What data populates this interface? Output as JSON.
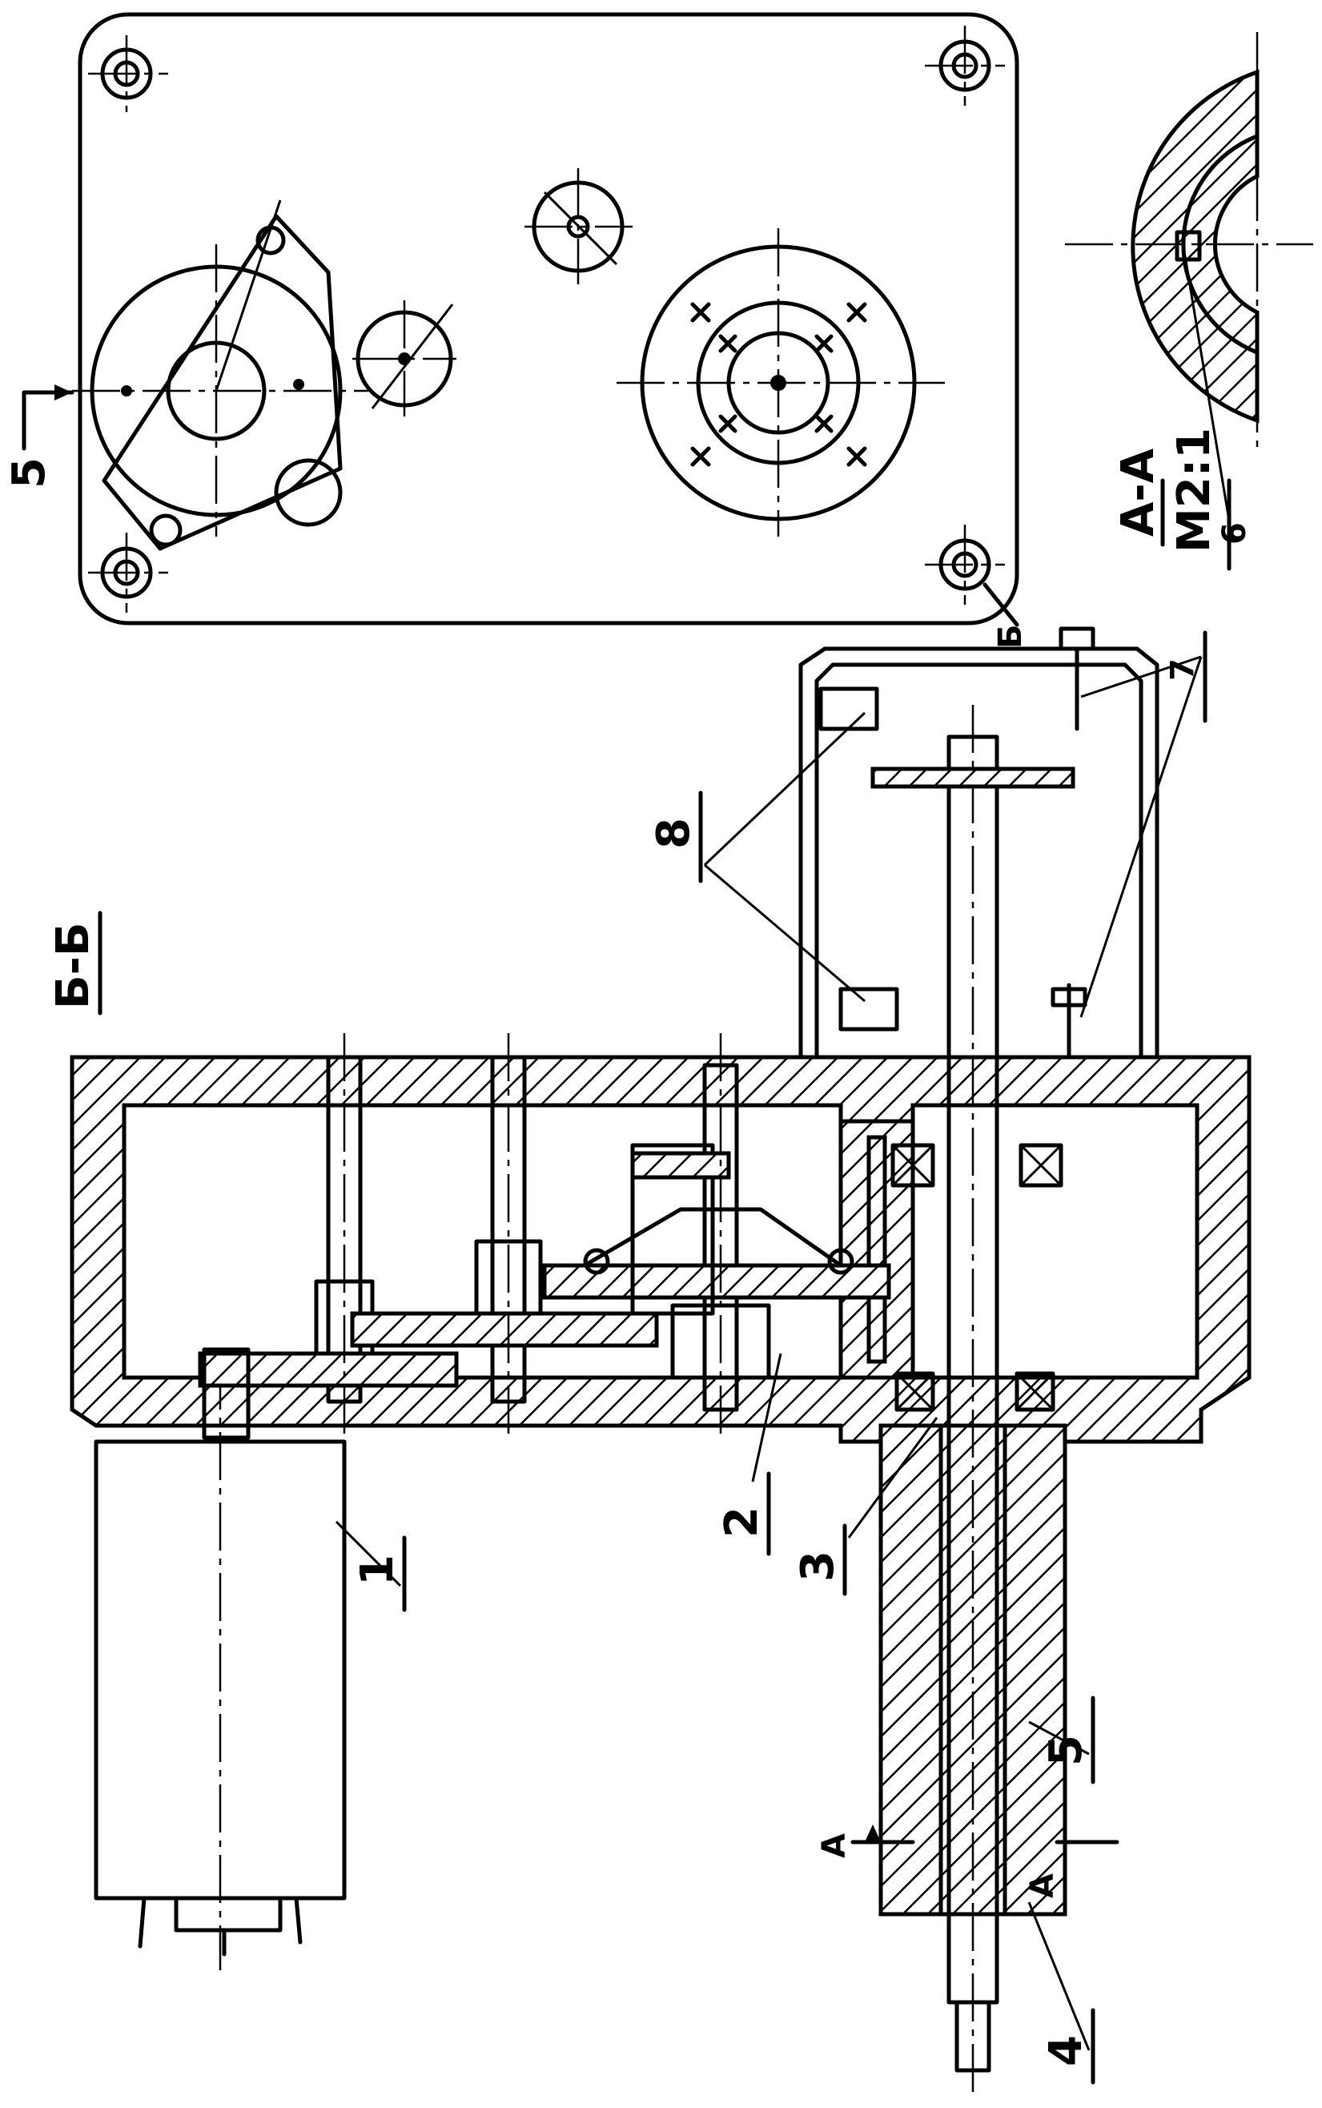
{
  "drawing": {
    "section_label": "Б-Б",
    "detail_label": "А-А",
    "detail_scale": "М2:1",
    "cut_marker_left": "А",
    "cut_marker_right": "А",
    "view_marker_top": "5",
    "view_marker_right": "Б",
    "callouts": [
      "1",
      "2",
      "3",
      "4",
      "5",
      "6",
      "7",
      "8"
    ]
  }
}
